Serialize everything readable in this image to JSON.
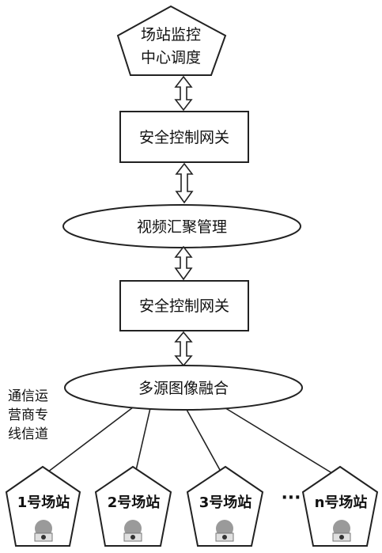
{
  "nodes": {
    "dispatch_center": {
      "line1": "场站监控",
      "line2": "中心调度"
    },
    "gateway_top": "安全控制网关",
    "video_aggregation": "视频汇聚管理",
    "gateway_bottom": "安全控制网关",
    "fusion": "多源图像融合"
  },
  "channel_label": {
    "line1": "通信运",
    "line2": "营商专",
    "line3": "线信道"
  },
  "stations": [
    {
      "label": "1号场站",
      "icon": "camera-icon"
    },
    {
      "label": "2号场站",
      "icon": "camera-icon"
    },
    {
      "label": "3号场站",
      "icon": "camera-icon"
    },
    {
      "label": "n号场站",
      "icon": "camera-icon"
    }
  ],
  "ellipsis": "···",
  "colors": {
    "stroke": "#222222",
    "camera": "#9a9a9a"
  }
}
